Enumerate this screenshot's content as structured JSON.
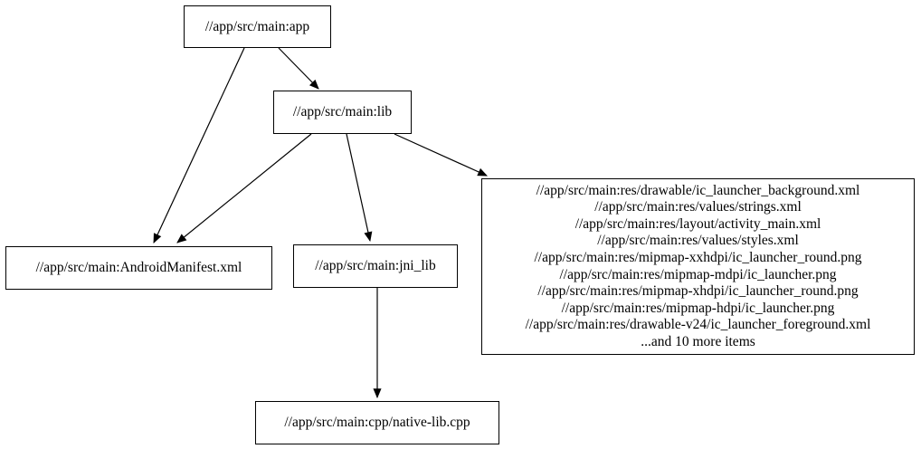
{
  "diagram": {
    "type": "dependency-graph",
    "nodes": {
      "app": {
        "label": "//app/src/main:app"
      },
      "lib": {
        "label": "//app/src/main:lib"
      },
      "manifest": {
        "label": "//app/src/main:AndroidManifest.xml"
      },
      "jni_lib": {
        "label": "//app/src/main:jni_lib"
      },
      "native_lib": {
        "label": "//app/src/main:cpp/native-lib.cpp"
      },
      "resources": {
        "lines": [
          "//app/src/main:res/drawable/ic_launcher_background.xml",
          "//app/src/main:res/values/strings.xml",
          "//app/src/main:res/layout/activity_main.xml",
          "//app/src/main:res/values/styles.xml",
          "//app/src/main:res/mipmap-xxhdpi/ic_launcher_round.png",
          "//app/src/main:res/mipmap-mdpi/ic_launcher.png",
          "//app/src/main:res/mipmap-xhdpi/ic_launcher_round.png",
          "//app/src/main:res/mipmap-hdpi/ic_launcher.png",
          "//app/src/main:res/drawable-v24/ic_launcher_foreground.xml",
          "...and 10 more items"
        ]
      }
    },
    "edges": [
      {
        "from": "//app/src/main:app",
        "to": "//app/src/main:AndroidManifest.xml"
      },
      {
        "from": "//app/src/main:app",
        "to": "//app/src/main:lib"
      },
      {
        "from": "//app/src/main:lib",
        "to": "//app/src/main:AndroidManifest.xml"
      },
      {
        "from": "//app/src/main:lib",
        "to": "//app/src/main:jni_lib"
      },
      {
        "from": "//app/src/main:lib",
        "to": "resources-group"
      },
      {
        "from": "//app/src/main:jni_lib",
        "to": "//app/src/main:cpp/native-lib.cpp"
      }
    ],
    "colors": {
      "node_border": "#000000",
      "edge": "#000000",
      "background": "#ffffff"
    }
  }
}
